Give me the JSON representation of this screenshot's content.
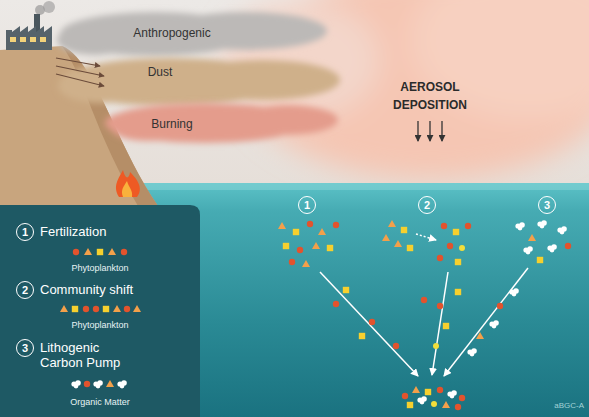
{
  "diagram": {
    "nodes": [
      {
        "text": [
          "Anthropogenic"
        ]
      },
      {
        "text": [
          "Dust"
        ]
      },
      {
        "text": [
          "Burning"
        ]
      },
      {
        "text": [
          "1"
        ]
      },
      {
        "text": [
          "2"
        ]
      },
      {
        "text": [
          "3"
        ]
      },
      {
        "text": [
          "1"
        ]
      },
      {
        "text": [
          "2"
        ]
      },
      {
        "text": [
          "3"
        ]
      }
    ],
    "labels": [
      "AEROSOL DEPOSITION",
      "Fertilization",
      "Phytoplankton",
      "Community shift",
      "Phytoplankton",
      "Lithogenic Carbon Pump",
      "Organic Matter",
      "aBGC-A"
    ]
  }
}
